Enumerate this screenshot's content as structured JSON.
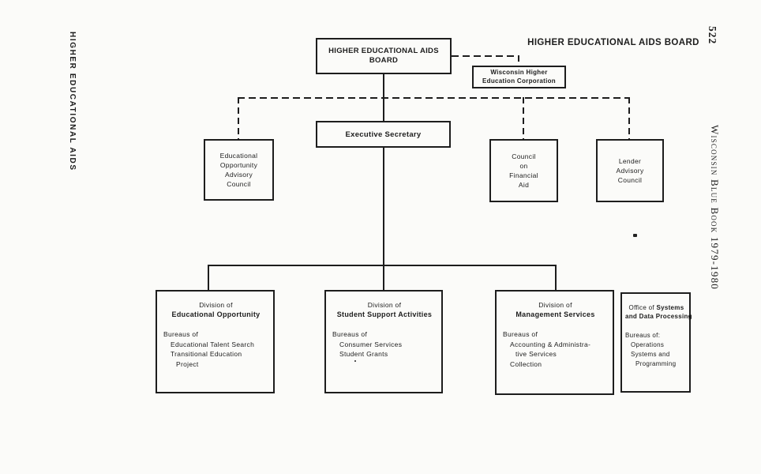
{
  "page": {
    "header": "HIGHER EDUCATIONAL AIDS BOARD",
    "page_number": "522",
    "left_margin_label": "HIGHER EDUCATIONAL AIDS",
    "right_margin_label": "Wisconsin Blue Book 1979-1980",
    "ink_color": "#1d1d1d",
    "paper_color": "#fbfbf9"
  },
  "org_chart": {
    "type": "organizational-chart",
    "nodes": {
      "board": {
        "lines": [
          "HIGHER EDUCATIONAL AIDS",
          "BOARD"
        ]
      },
      "wisconsin_higher_education_corporation": {
        "lines": [
          "Wisconsin Higher",
          "Education Corporation"
        ]
      },
      "executive_secretary": {
        "lines": [
          "Executive Secretary"
        ]
      },
      "educational_opportunity_advisory_council": {
        "lines": [
          "Educational",
          "Opportunity",
          "Advisory",
          "Council"
        ]
      },
      "council_on_financial_aid": {
        "lines": [
          "Council",
          "on",
          "Financial",
          "Aid"
        ]
      },
      "lender_advisory_council": {
        "lines": [
          "Lender",
          "Advisory",
          "Council"
        ]
      },
      "division_educational_opportunity": {
        "title_prefix": "Division of",
        "title": "Educational Opportunity",
        "bureaus_label": "Bureaus of",
        "bureaus": [
          "Educational Talent Search",
          "Transitional Education",
          "Project"
        ]
      },
      "division_student_support": {
        "title_prefix": "Division of",
        "title": "Student Support Activities",
        "bureaus_label": "Bureaus of",
        "bureaus": [
          "Consumer Services",
          "Student Grants"
        ]
      },
      "division_management_services": {
        "title_prefix": "Division of",
        "title": "Management Services",
        "bureaus_label": "Bureaus of",
        "bureaus": [
          "Accounting & Administra-",
          "tive Services",
          "Collection"
        ]
      },
      "office_systems_data_processing": {
        "title_prefix": "Office of",
        "title_bold_line1": "Systems",
        "title_bold_line2": "and Data Processing",
        "bureaus_label": "Bureaus of:",
        "bureaus": [
          "Operations",
          "Systems and",
          "Programming"
        ]
      }
    }
  }
}
